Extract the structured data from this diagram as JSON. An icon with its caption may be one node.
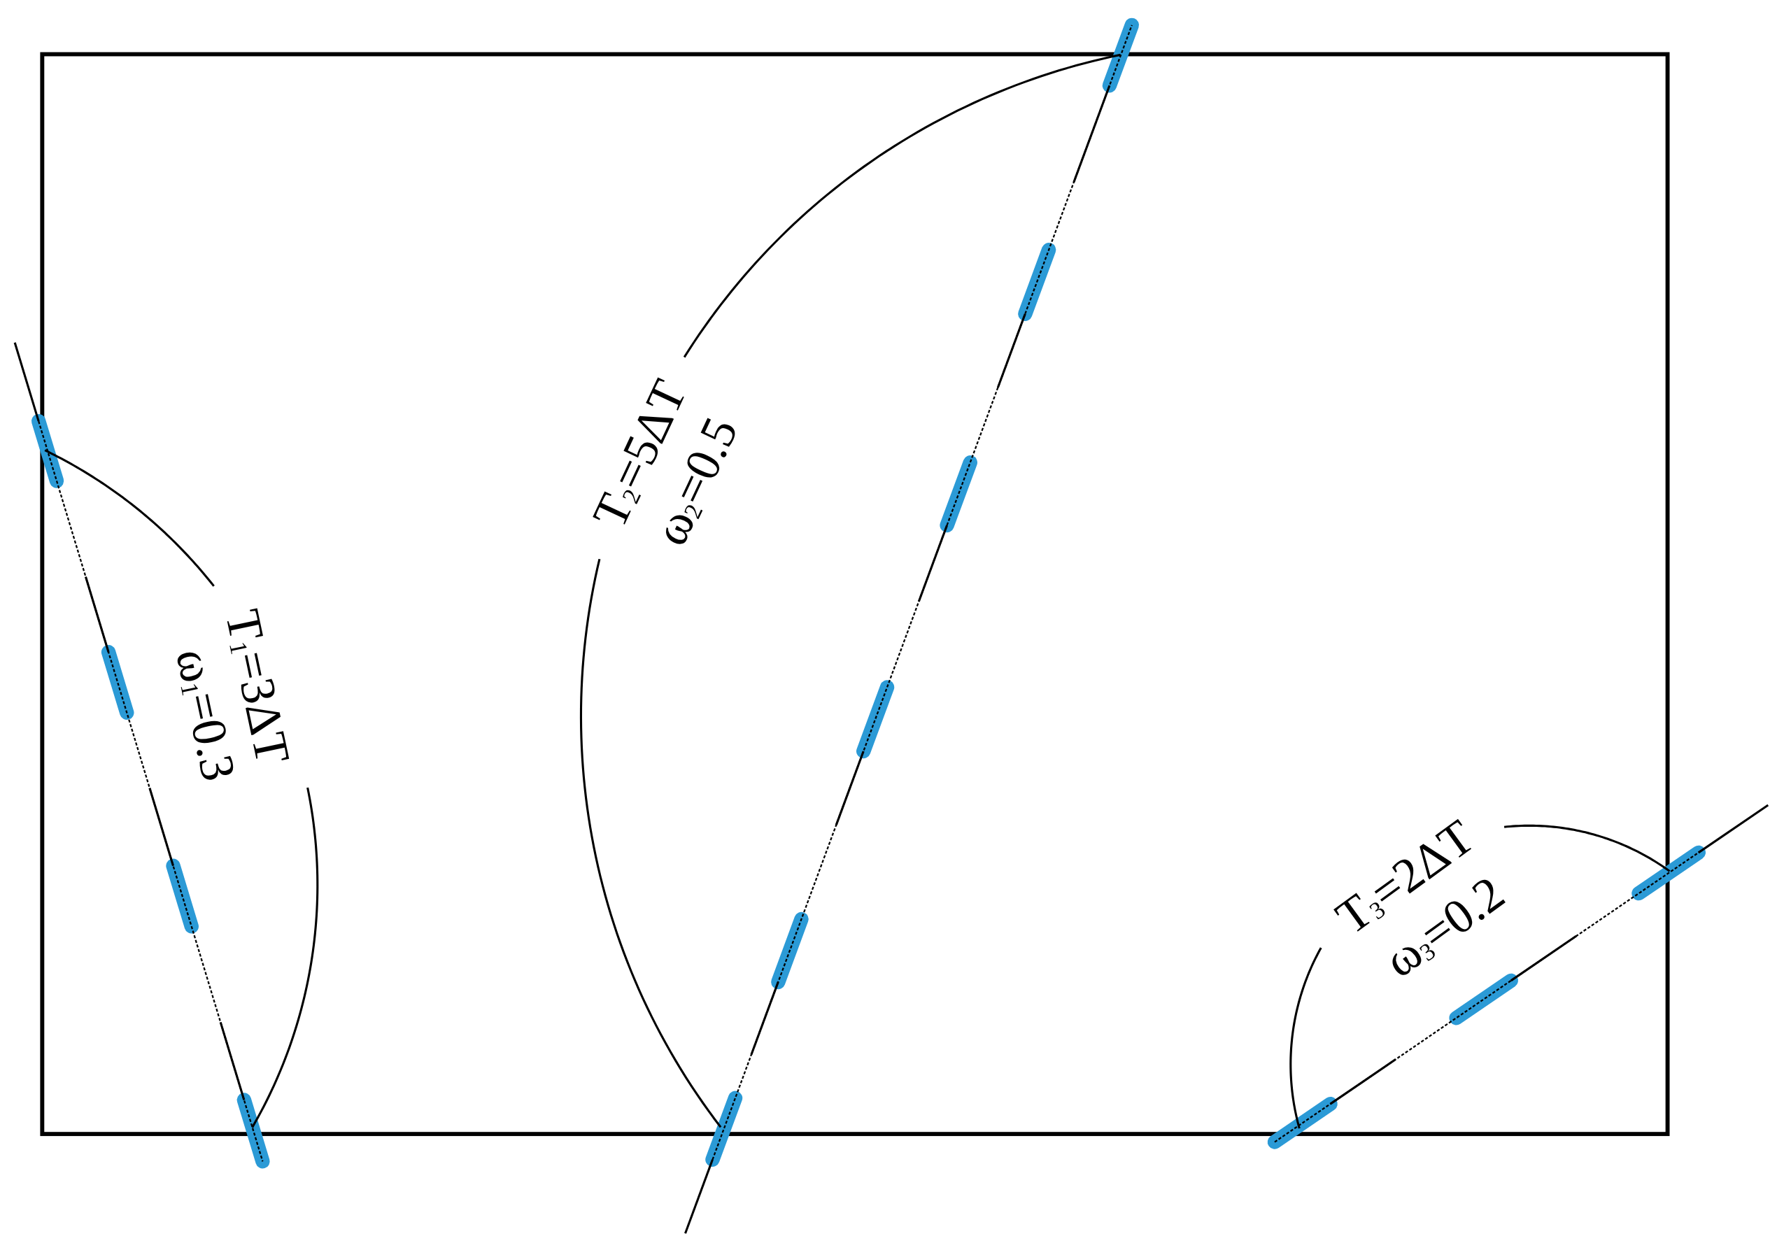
{
  "diagram": {
    "labels": [
      "T$_{1}$=3ΔT",
      "ω$_{1}$=0.3",
      "T$_{2}$=5ΔT",
      "ω$_{2}$=0.5",
      "T$_{3}$=2ΔT",
      "ω$_{3}$=0.2"
    ]
  }
}
